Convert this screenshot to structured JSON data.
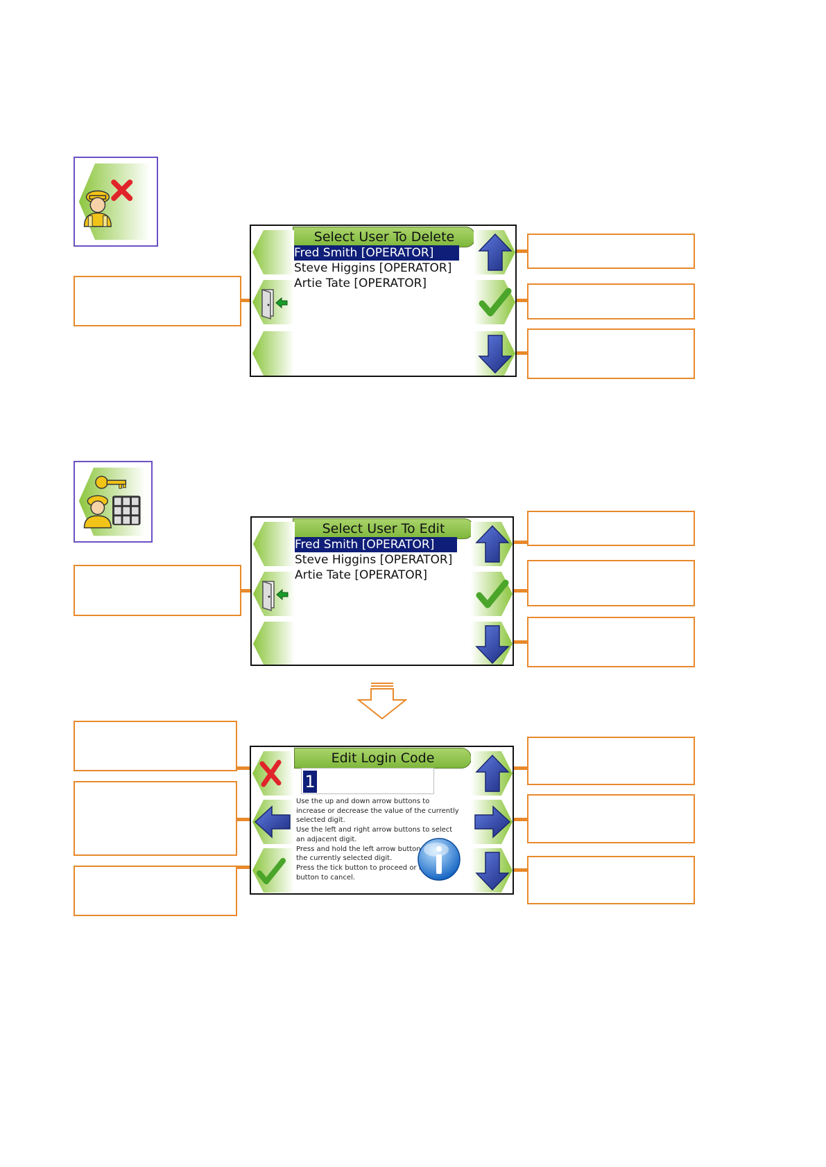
{
  "delete_user_screen": {
    "title": "Select User To Delete",
    "users": [
      {
        "label": "Fred Smith [OPERATOR]",
        "selected": true
      },
      {
        "label": "Steve Higgins [OPERATOR]",
        "selected": false
      },
      {
        "label": "Artie Tate [OPERATOR]",
        "selected": false
      }
    ],
    "buttons": {
      "left": [
        "blank",
        "exit-door-icon",
        "blank"
      ],
      "right": [
        "up-arrow-icon",
        "checkmark-icon",
        "down-arrow-icon"
      ]
    }
  },
  "edit_user_screen": {
    "title": "Select User To Edit",
    "users": [
      {
        "label": "Fred Smith [OPERATOR]",
        "selected": true
      },
      {
        "label": "Steve Higgins [OPERATOR]",
        "selected": false
      },
      {
        "label": "Artie Tate [OPERATOR]",
        "selected": false
      }
    ],
    "buttons": {
      "left": [
        "blank",
        "exit-door-icon",
        "blank"
      ],
      "right": [
        "up-arrow-icon",
        "checkmark-icon",
        "down-arrow-icon"
      ]
    }
  },
  "edit_login_code_screen": {
    "title": "Edit Login Code",
    "code_value": "1",
    "instructions": [
      "Use the up and down arrow buttons to increase or decrease the value of the currently selected digit.",
      "Use the left and right arrow buttons to select an adjacent digit.",
      "Press and hold the left arrow button to delete the currently selected digit.",
      "Press the tick button to proceed or the cross button to cancel."
    ],
    "buttons": {
      "left": [
        "cross-icon",
        "left-arrow-icon",
        "checkmark-icon"
      ],
      "right": [
        "up-arrow-icon",
        "right-arrow-icon",
        "down-arrow-icon"
      ]
    }
  },
  "icons": {
    "delete_user": "operator-with-red-x-icon",
    "edit_login": "operator-with-key-and-keypad-icon",
    "info": "info-icon",
    "flow": "down-arrow-outline-icon"
  },
  "colors": {
    "callout_border": "#e8892b",
    "icon_frame": "#6b4fc4",
    "selection": "#0f1e78",
    "title_bar": "#8cc34a",
    "arrow_blue": "#2c3f9e",
    "tick_green": "#4aa52a",
    "cross_red": "#e0242a"
  }
}
